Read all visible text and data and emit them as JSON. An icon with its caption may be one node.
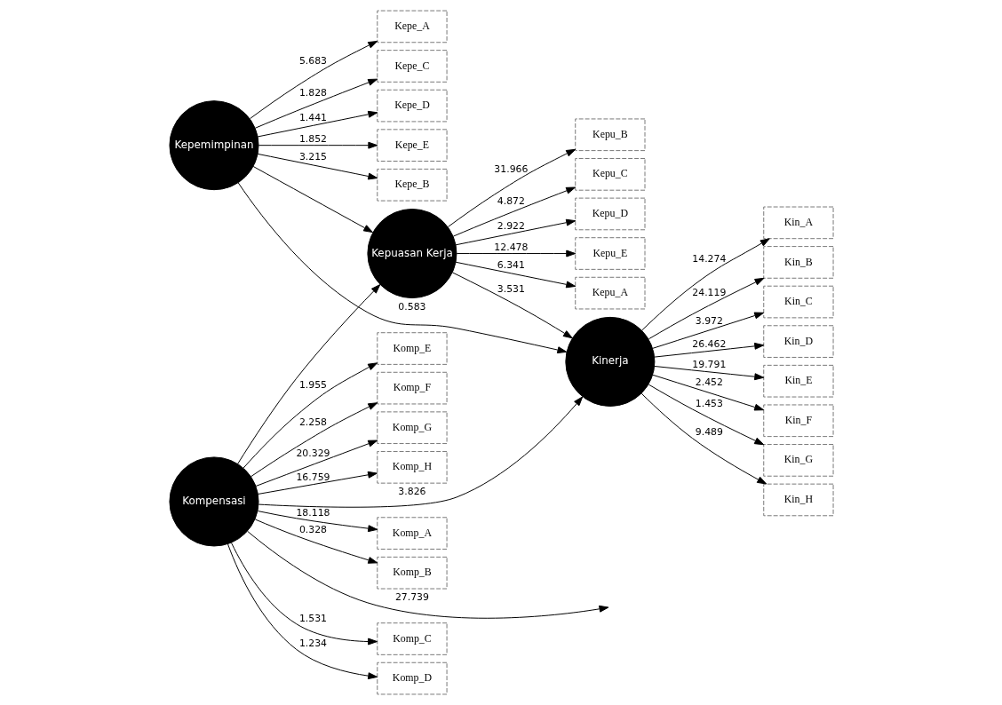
{
  "diagram": {
    "nodes": [
      {
        "text": [
          "Kepe_B"
        ]
      },
      {
        "text": [
          "Kepe_A"
        ]
      },
      {
        "text": [
          "Kepe_C"
        ]
      },
      {
        "text": [
          "Kepe_D"
        ]
      },
      {
        "text": [
          "Kepe_E"
        ]
      },
      {
        "text": [
          "Kepemimpinan"
        ]
      },
      {
        "text": [
          "Kepu_A"
        ]
      },
      {
        "text": [
          "Kepu_B"
        ]
      },
      {
        "text": [
          "Kepu_C"
        ]
      },
      {
        "text": [
          "Kepu_D"
        ]
      },
      {
        "text": [
          "Kepu_E"
        ]
      },
      {
        "text": [
          "Kepuasan Kerja"
        ]
      },
      {
        "text": [
          "Kin_A"
        ]
      },
      {
        "text": [
          "Kin_B"
        ]
      },
      {
        "text": [
          "Kin_C"
        ]
      },
      {
        "text": [
          "Kin_D"
        ]
      },
      {
        "text": [
          "Kin_E"
        ]
      },
      {
        "text": [
          "Kin_F"
        ]
      },
      {
        "text": [
          "Kin_G"
        ]
      },
      {
        "text": [
          "Kin_H"
        ]
      },
      {
        "text": [
          "Kinerja"
        ]
      },
      {
        "text": [
          "Komp_A"
        ]
      },
      {
        "text": [
          "Komp_B"
        ]
      },
      {
        "text": [
          "Komp_C"
        ]
      },
      {
        "text": [
          "Komp_D"
        ]
      },
      {
        "text": [
          "Komp_E"
        ]
      },
      {
        "text": [
          "Komp_F"
        ]
      },
      {
        "text": [
          "Komp_G"
        ]
      },
      {
        "text": [
          "Komp_H"
        ]
      },
      {
        "text": [
          "Kompensasi"
        ]
      }
    ],
    "edges": [
      {
        "from": 5,
        "to": 0,
        "arrow": "to",
        "label": "3.215"
      },
      {
        "from": 5,
        "to": 1,
        "arrow": "to",
        "label": "5.683"
      },
      {
        "from": 5,
        "to": 2,
        "arrow": "to",
        "label": "1.828"
      },
      {
        "from": 5,
        "to": 3,
        "arrow": "to",
        "label": "1.441"
      },
      {
        "from": 5,
        "to": 4,
        "arrow": "to",
        "label": "1.852"
      },
      {
        "from": 11,
        "to": 6,
        "arrow": "to",
        "label": "6.341"
      },
      {
        "from": 11,
        "to": 7,
        "arrow": "to",
        "label": "31.966"
      },
      {
        "from": 11,
        "to": 8,
        "arrow": "to",
        "label": "4.872"
      },
      {
        "from": 11,
        "to": 9,
        "arrow": "to",
        "label": "2.922"
      },
      {
        "from": 11,
        "to": 10,
        "arrow": "to",
        "label": "12.478"
      },
      {
        "from": 20,
        "to": 12,
        "arrow": "to",
        "label": "14.274"
      },
      {
        "from": 20,
        "to": 13,
        "arrow": "to",
        "label": "24.119"
      },
      {
        "from": 20,
        "to": 14,
        "arrow": "to",
        "label": "3.972"
      },
      {
        "from": 20,
        "to": 15,
        "arrow": "to",
        "label": "26.462"
      },
      {
        "from": 20,
        "to": 16,
        "arrow": "to",
        "label": "19.791"
      },
      {
        "from": 20,
        "to": 17,
        "arrow": "to",
        "label": "2.452"
      },
      {
        "from": 20,
        "to": 18,
        "arrow": "to",
        "label": "1.453"
      },
      {
        "from": 20,
        "to": 19,
        "arrow": "to",
        "label": "9.489"
      },
      {
        "from": 29,
        "to": 21,
        "arrow": "to",
        "label": "18.118"
      },
      {
        "from": 29,
        "to": 22,
        "arrow": "to",
        "label": "0.328"
      },
      {
        "from": 29,
        "to": 23,
        "arrow": "to",
        "label": "1.531"
      },
      {
        "from": 29,
        "to": 24,
        "arrow": "to",
        "label": "1.234"
      },
      {
        "from": 29,
        "to": 25,
        "arrow": "to",
        "label": "1.955"
      },
      {
        "from": 29,
        "to": 26,
        "arrow": "to",
        "label": "2.258"
      },
      {
        "from": 29,
        "to": 27,
        "arrow": "to",
        "label": "20.329"
      },
      {
        "from": 29,
        "to": 28,
        "arrow": "to",
        "label": "16.759"
      },
      {
        "from": 29,
        "to": null,
        "arrow": "to",
        "label": "27.739"
      },
      {
        "from": 5,
        "to": 11,
        "arrow": "to"
      },
      {
        "from": 5,
        "to": 20,
        "arrow": "to",
        "label": "0.583"
      },
      {
        "from": 11,
        "to": 20,
        "arrow": "to",
        "label": "3.531"
      },
      {
        "from": 29,
        "to": 11,
        "arrow": "to"
      },
      {
        "from": 29,
        "to": 20,
        "arrow": "to",
        "label": "3.826"
      }
    ]
  }
}
